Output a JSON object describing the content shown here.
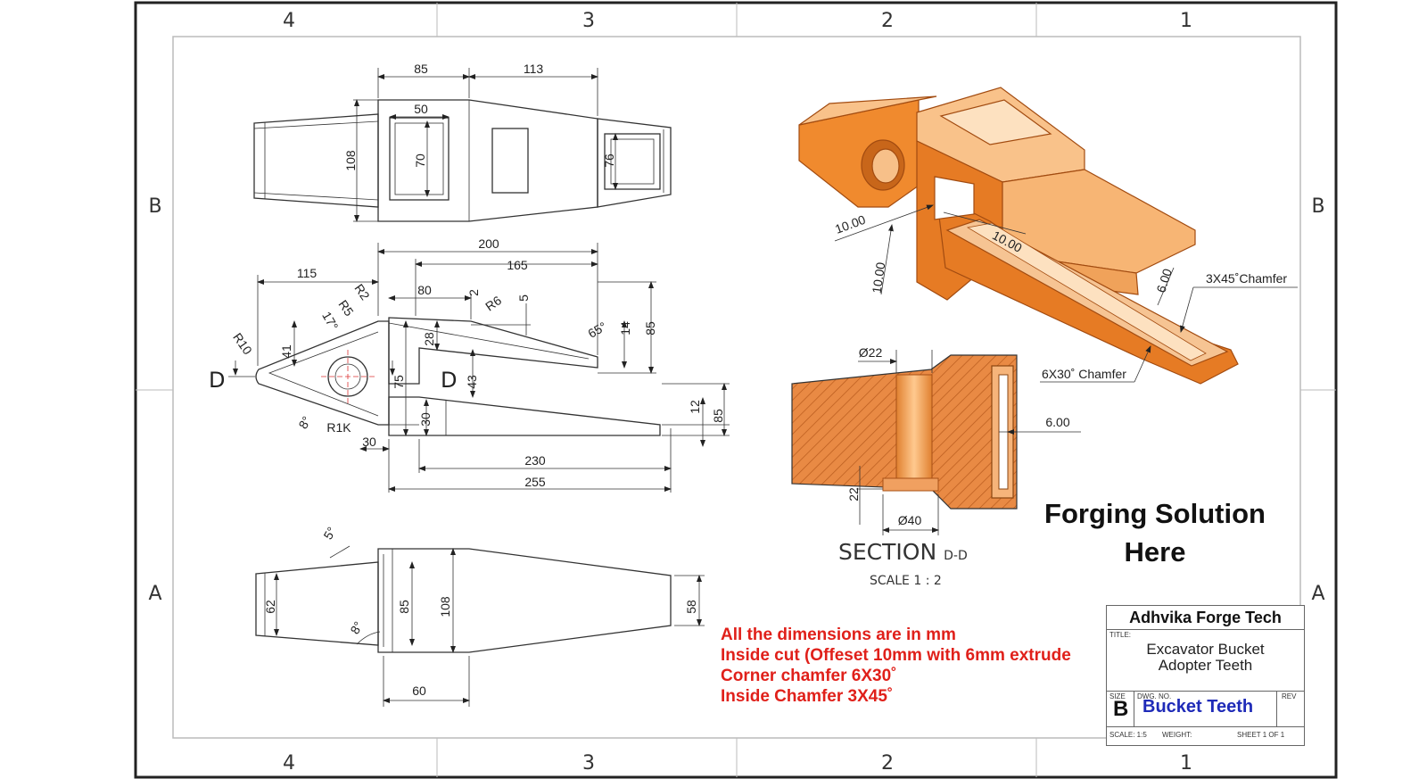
{
  "zones": {
    "columns": [
      "4",
      "3",
      "2",
      "1"
    ],
    "rows": [
      "B",
      "A"
    ]
  },
  "banner": {
    "line1": "Forging Solution",
    "line2": "Here"
  },
  "notes": [
    "All the dimensions are in mm",
    "Inside cut (Offeset 10mm with 6mm extrude",
    "Corner chamfer 6X30˚",
    "Inside Chamfer 3X45˚"
  ],
  "title_block": {
    "company": "Adhvika Forge Tech",
    "title_label": "TITLE:",
    "title_line1": "Excavator Bucket",
    "title_line2": "Adopter Teeth",
    "size_label": "SIZE",
    "size": "B",
    "dwg_label": "DWG. NO.",
    "dwg_no": "Bucket Teeth",
    "rev_label": "REV",
    "scale": "SCALE: 1:5",
    "weight": "WEIGHT:",
    "sheet": "SHEET 1 OF 1"
  },
  "section": {
    "title": "SECTION",
    "label": "D-D",
    "scale": "SCALE 1 : 2"
  },
  "dims": {
    "top_85": "85",
    "top_113": "113",
    "top_50": "50",
    "top_70": "70",
    "top_108": "108",
    "top_76": "76",
    "side_200": "200",
    "side_165": "165",
    "side_115": "115",
    "side_80": "80",
    "side_2": "2",
    "side_5": "5",
    "side_r2": "R2",
    "side_r5": "R5",
    "side_r6": "R6",
    "side_r10": "R10",
    "side_17": "17°",
    "side_65": "65°",
    "side_41": "41",
    "side_28": "28",
    "side_75": "75",
    "side_43": "43",
    "side_14": "14",
    "side_85a": "85",
    "side_d1": "D",
    "side_d2": "D",
    "side_8": "8°",
    "side_r1k": "R1K",
    "side_30a": "30",
    "side_30b": "30",
    "side_12": "12",
    "side_85b": "85",
    "side_230": "230",
    "side_255": "255",
    "bot_5": "5°",
    "bot_62": "62",
    "bot_8": "8°",
    "bot_85": "85",
    "bot_108": "108",
    "bot_58": "58",
    "bot_60": "60",
    "sec_d22": "Ø22",
    "sec_6": "6.00",
    "sec_22": "22",
    "sec_d40": "Ø40",
    "iso_10a": "10.00",
    "iso_10b": "10.00",
    "iso_10c": "10.00",
    "iso_6": "6.00",
    "iso_ch1": "3X45˚Chamfer",
    "iso_ch2": "6X30˚ Chamfer"
  },
  "colors": {
    "orange": "#f08a2e",
    "orange_dark": "#c8661a",
    "orange_light": "#f7c089",
    "notes_red": "#e0201a",
    "dwg_blue": "#1f2bb8"
  }
}
